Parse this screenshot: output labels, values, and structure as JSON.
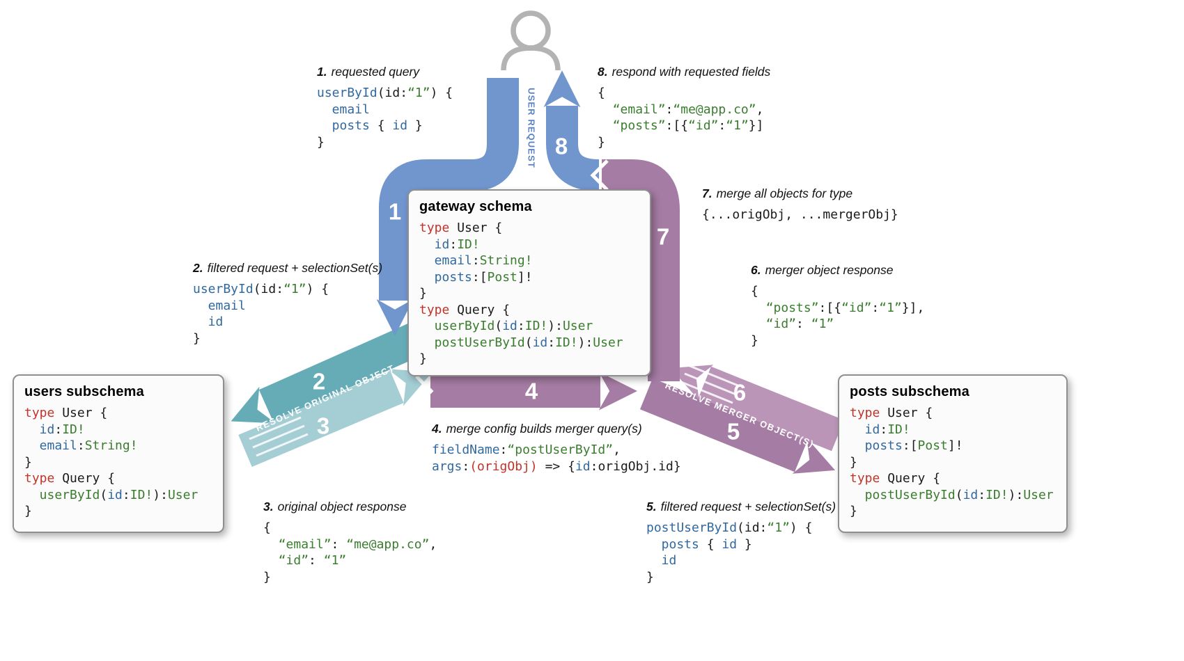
{
  "band_labels": {
    "user_request": "USER REQUEST",
    "resolve_original": "RESOLVE ORIGINAL OBJECT",
    "resolve_merger": "RESOLVE MERGER OBJECT(S)"
  },
  "step_numbers": {
    "n1": "1",
    "n2": "2",
    "n3": "3",
    "n4": "4",
    "n5": "5",
    "n6": "6",
    "n7": "7",
    "n8": "8"
  },
  "colors": {
    "band_blue": "#7195cd",
    "band_teal_dark": "#65acb6",
    "band_teal_light": "#a5cdd4",
    "band_purple": "#a57ca3",
    "band_purple_light": "#bb95b8",
    "code_blue": "#31699f",
    "code_green": "#3a7d2e",
    "code_red": "#c2342a",
    "person_gray": "#b3b3b3"
  },
  "boxes": {
    "gateway": {
      "title": "gateway schema",
      "lines": [
        [
          [
            "type",
            "r"
          ],
          [
            " User {",
            "k"
          ]
        ],
        [
          [
            "  id",
            "b"
          ],
          [
            ":",
            "k"
          ],
          [
            "ID!",
            "g"
          ]
        ],
        [
          [
            "  email",
            "b"
          ],
          [
            ":",
            "k"
          ],
          [
            "String!",
            "g"
          ]
        ],
        [
          [
            "  posts",
            "b"
          ],
          [
            ":[",
            "k"
          ],
          [
            "Post",
            "g"
          ],
          [
            "]!",
            "k"
          ]
        ],
        [
          [
            "}",
            "k"
          ]
        ],
        [
          [
            "type",
            "r"
          ],
          [
            " Query {",
            "k"
          ]
        ],
        [
          [
            "  userById",
            "g"
          ],
          [
            "(",
            "k"
          ],
          [
            "id",
            "b"
          ],
          [
            ":",
            "k"
          ],
          [
            "ID!",
            "g"
          ],
          [
            "):",
            "k"
          ],
          [
            "User",
            "g"
          ]
        ],
        [
          [
            "  postUserById",
            "g"
          ],
          [
            "(",
            "k"
          ],
          [
            "id",
            "b"
          ],
          [
            ":",
            "k"
          ],
          [
            "ID!",
            "g"
          ],
          [
            "):",
            "k"
          ],
          [
            "User",
            "g"
          ]
        ],
        [
          [
            "}",
            "k"
          ]
        ]
      ]
    },
    "users": {
      "title": "users subschema",
      "lines": [
        [
          [
            "type",
            "r"
          ],
          [
            " User {",
            "k"
          ]
        ],
        [
          [
            "  id",
            "b"
          ],
          [
            ":",
            "k"
          ],
          [
            "ID!",
            "g"
          ]
        ],
        [
          [
            "  email",
            "b"
          ],
          [
            ":",
            "k"
          ],
          [
            "String!",
            "g"
          ]
        ],
        [
          [
            "}",
            "k"
          ]
        ],
        [
          [
            "type",
            "r"
          ],
          [
            " Query {",
            "k"
          ]
        ],
        [
          [
            "  userById",
            "g"
          ],
          [
            "(",
            "k"
          ],
          [
            "id",
            "b"
          ],
          [
            ":",
            "k"
          ],
          [
            "ID!",
            "g"
          ],
          [
            "):",
            "k"
          ],
          [
            "User",
            "g"
          ]
        ],
        [
          [
            "}",
            "k"
          ]
        ]
      ]
    },
    "posts": {
      "title": "posts subschema",
      "lines": [
        [
          [
            "type",
            "r"
          ],
          [
            " User {",
            "k"
          ]
        ],
        [
          [
            "  id",
            "b"
          ],
          [
            ":",
            "k"
          ],
          [
            "ID!",
            "g"
          ]
        ],
        [
          [
            "  posts",
            "b"
          ],
          [
            ":[",
            "k"
          ],
          [
            "Post",
            "g"
          ],
          [
            "]!",
            "k"
          ]
        ],
        [
          [
            "}",
            "k"
          ]
        ],
        [
          [
            "type",
            "r"
          ],
          [
            " Query {",
            "k"
          ]
        ],
        [
          [
            "  postUserById",
            "g"
          ],
          [
            "(",
            "k"
          ],
          [
            "id",
            "b"
          ],
          [
            ":",
            "k"
          ],
          [
            "ID!",
            "g"
          ],
          [
            "):",
            "k"
          ],
          [
            "User",
            "g"
          ]
        ],
        [
          [
            "}",
            "k"
          ]
        ]
      ]
    }
  },
  "annotations": {
    "a1": {
      "num": "1.",
      "label": "requested query",
      "lines": [
        [
          [
            "userById",
            "b"
          ],
          [
            "(id:",
            "k"
          ],
          [
            "“1”",
            "g"
          ],
          [
            ") {",
            "k"
          ]
        ],
        [
          [
            "  email",
            "b"
          ]
        ],
        [
          [
            "  posts",
            "b"
          ],
          [
            " { ",
            "k"
          ],
          [
            "id",
            "b"
          ],
          [
            " }",
            "k"
          ]
        ],
        [
          [
            "}",
            "k"
          ]
        ]
      ]
    },
    "a2": {
      "num": "2.",
      "label": "filtered request + selectionSet(s)",
      "lines": [
        [
          [
            "userById",
            "b"
          ],
          [
            "(id:",
            "k"
          ],
          [
            "“1”",
            "g"
          ],
          [
            ") {",
            "k"
          ]
        ],
        [
          [
            "  email",
            "b"
          ]
        ],
        [
          [
            "  id",
            "b"
          ]
        ],
        [
          [
            "}",
            "k"
          ]
        ]
      ]
    },
    "a3": {
      "num": "3.",
      "label": "original object response",
      "lines": [
        [
          [
            "{",
            "k"
          ]
        ],
        [
          [
            "  ",
            "k"
          ],
          [
            "“email”",
            "g"
          ],
          [
            ": ",
            "k"
          ],
          [
            "“me@app.co”",
            "g"
          ],
          [
            ",",
            "k"
          ]
        ],
        [
          [
            "  ",
            "k"
          ],
          [
            "“id”",
            "g"
          ],
          [
            ": ",
            "k"
          ],
          [
            "“1”",
            "g"
          ]
        ],
        [
          [
            "}",
            "k"
          ]
        ]
      ]
    },
    "a4": {
      "num": "4.",
      "label": "merge config builds merger query(s)",
      "lines": [
        [
          [
            "fieldName",
            "b"
          ],
          [
            ":",
            "k"
          ],
          [
            "“postUserById”",
            "g"
          ],
          [
            ",",
            "k"
          ]
        ],
        [
          [
            "args",
            "b"
          ],
          [
            ":",
            "k"
          ],
          [
            "(origObj)",
            "r"
          ],
          [
            " => {",
            "k"
          ],
          [
            "id",
            "b"
          ],
          [
            ":origObj.id}",
            "k"
          ]
        ]
      ]
    },
    "a5": {
      "num": "5.",
      "label": "filtered request + selectionSet(s)",
      "lines": [
        [
          [
            "postUserById",
            "b"
          ],
          [
            "(id:",
            "k"
          ],
          [
            "“1”",
            "g"
          ],
          [
            ") {",
            "k"
          ]
        ],
        [
          [
            "  posts",
            "b"
          ],
          [
            " { ",
            "k"
          ],
          [
            "id",
            "b"
          ],
          [
            " }",
            "k"
          ]
        ],
        [
          [
            "  id",
            "b"
          ]
        ],
        [
          [
            "}",
            "k"
          ]
        ]
      ]
    },
    "a6": {
      "num": "6.",
      "label": "merger object response",
      "lines": [
        [
          [
            "{",
            "k"
          ]
        ],
        [
          [
            "  ",
            "k"
          ],
          [
            "“posts”",
            "g"
          ],
          [
            ":[{",
            "k"
          ],
          [
            "“id”",
            "g"
          ],
          [
            ":",
            "k"
          ],
          [
            "“1”",
            "g"
          ],
          [
            "}],",
            "k"
          ]
        ],
        [
          [
            "  ",
            "k"
          ],
          [
            "“id”",
            "g"
          ],
          [
            ": ",
            "k"
          ],
          [
            "“1”",
            "g"
          ]
        ],
        [
          [
            "}",
            "k"
          ]
        ]
      ]
    },
    "a7": {
      "num": "7.",
      "label": "merge all objects for type",
      "lines": [
        [
          [
            "{...origObj, ...mergerObj}",
            "k"
          ]
        ]
      ]
    },
    "a8": {
      "num": "8.",
      "label": "respond with requested fields",
      "lines": [
        [
          [
            "{",
            "k"
          ]
        ],
        [
          [
            "  ",
            "k"
          ],
          [
            "“email”",
            "g"
          ],
          [
            ":",
            "k"
          ],
          [
            "“me@app.co”",
            "g"
          ],
          [
            ",",
            "k"
          ]
        ],
        [
          [
            "  ",
            "k"
          ],
          [
            "“posts”",
            "g"
          ],
          [
            ":[{",
            "k"
          ],
          [
            "“id”",
            "g"
          ],
          [
            ":",
            "k"
          ],
          [
            "“1”",
            "g"
          ],
          [
            "}]",
            "k"
          ]
        ],
        [
          [
            "}",
            "k"
          ]
        ]
      ]
    }
  }
}
